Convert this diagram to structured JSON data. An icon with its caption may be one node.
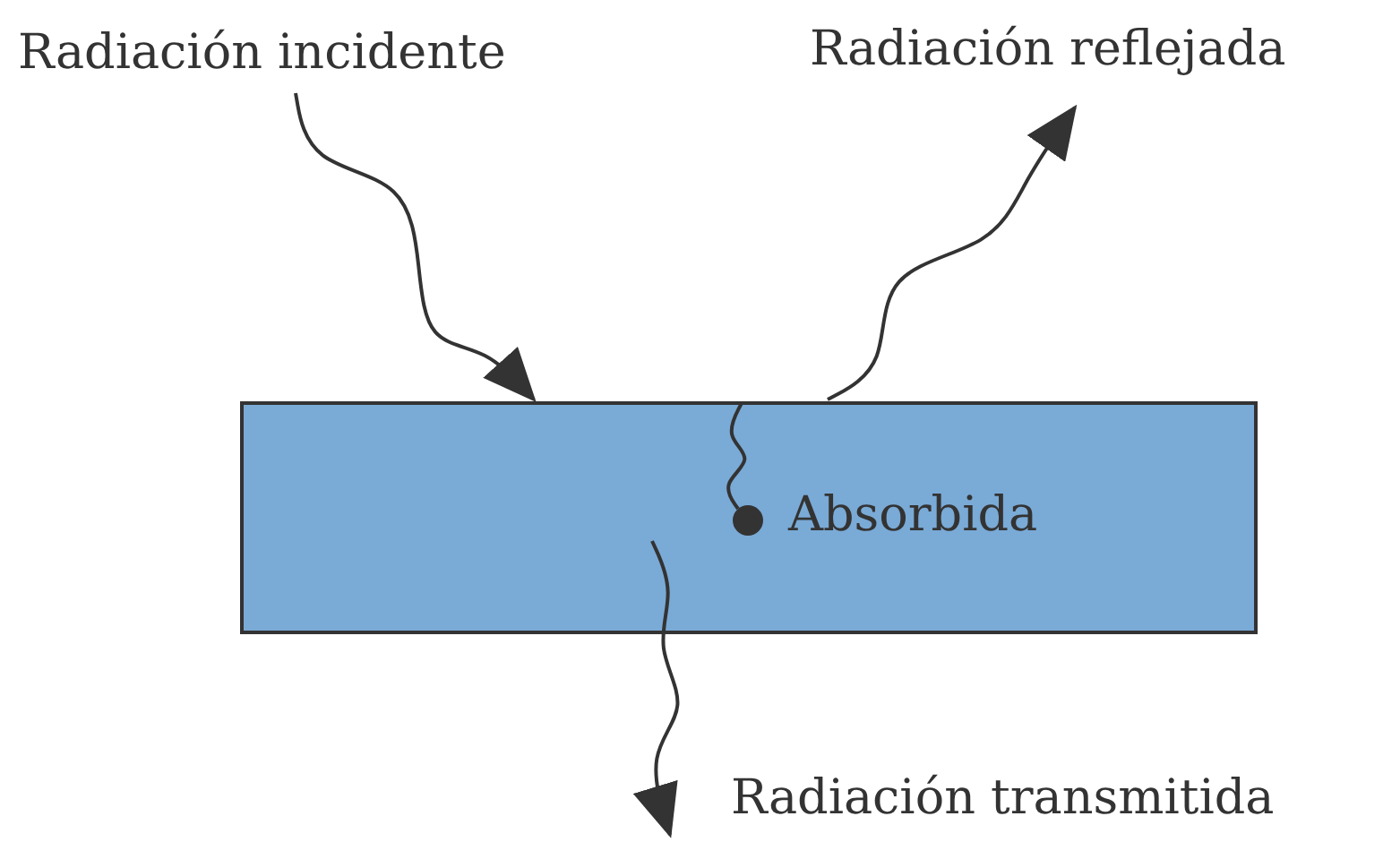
{
  "diagram": {
    "nodes": [
      {
        "text": [
          "Radiación incidente"
        ]
      },
      {
        "text": [],
        "shape": "box"
      },
      {
        "text": [
          "Radiación reflejada"
        ]
      },
      {
        "text": [],
        "shape": "circle",
        "in": 1
      },
      {
        "text": [
          "Radiación transmitida"
        ]
      }
    ],
    "edges": [
      {
        "from": 0,
        "to": 1,
        "arrow": "to"
      },
      {
        "from": 1,
        "to": 2,
        "arrow": "to"
      },
      {
        "from": 1,
        "to": 3,
        "arrow": "none"
      },
      {
        "from": null,
        "to": 4,
        "arrow": "to"
      }
    ],
    "labels": [
      "Absorbida"
    ]
  }
}
